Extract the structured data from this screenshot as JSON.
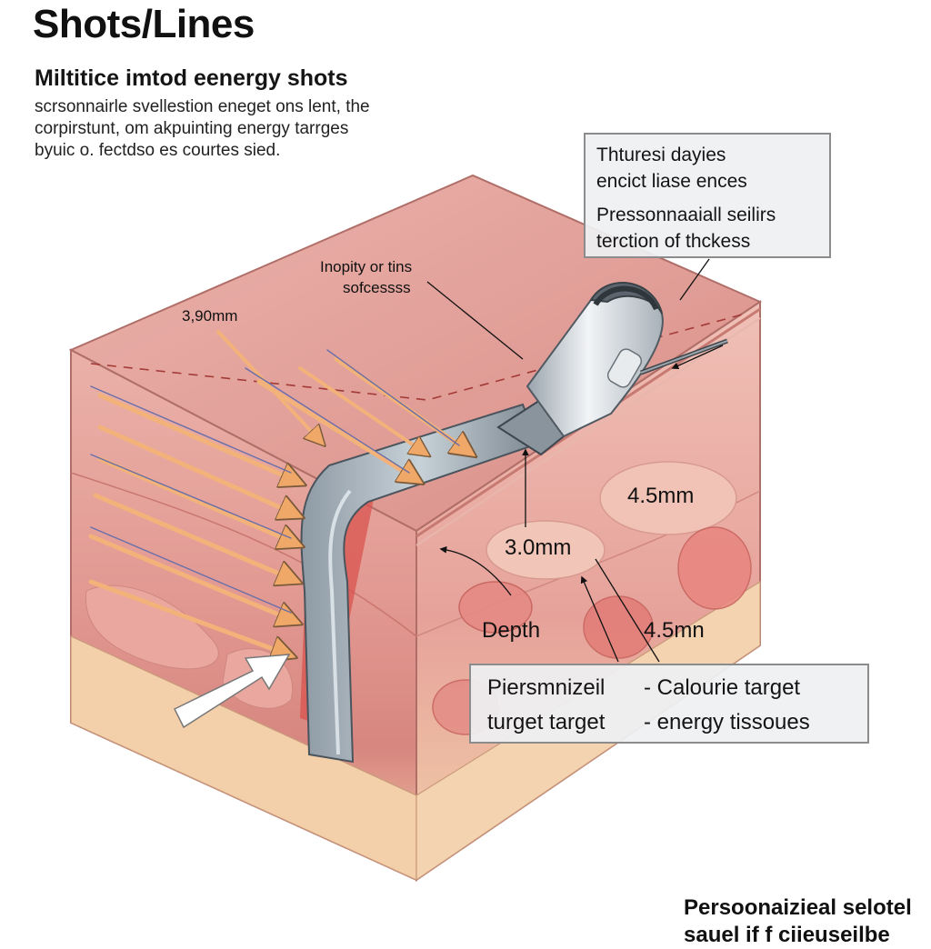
{
  "header": {
    "title": "Shots/Lines",
    "subtitle": "Miltitice  imtod eenergy shots",
    "description_lines": [
      "scrsonnairle svellestion eneget ons lent, the",
      "corpirstunt, om akpuinting energy tarrges",
      "byuic o. fectdso es courtes sied."
    ]
  },
  "callout_top": {
    "line1": "Thturesi dayies",
    "line2": "encict liase ences",
    "line3": "Pressonnaaiall seilirs",
    "line4": "terction of thckess"
  },
  "callout_bottom": {
    "row1_left": "Piersmnizeil",
    "row1_right": "- Calourie target",
    "row2_left": "turget  target",
    "row2_right": "- energy tissoues"
  },
  "labels": {
    "depth_top": "3,90mm",
    "intensity_line1": "Inopity or tins",
    "intensity_line2": "sofcessss",
    "measure_4_5_upper": "4.5mm",
    "measure_3_0": "3.0mm",
    "depth": "Depth",
    "measure_4_5_lower": "4.5mn"
  },
  "footer": {
    "line1": "Persoonaizieal selotel",
    "line2": "sauel if f ciieuseilbe"
  },
  "colors": {
    "skin_top": "#e8a6a1",
    "epidermis": "#eeb2aa",
    "dermis": "#d9867f",
    "fat_layer": "#f3cda8",
    "transducer": "#b9c3cb",
    "arrow_orange": "#f2b27a"
  }
}
